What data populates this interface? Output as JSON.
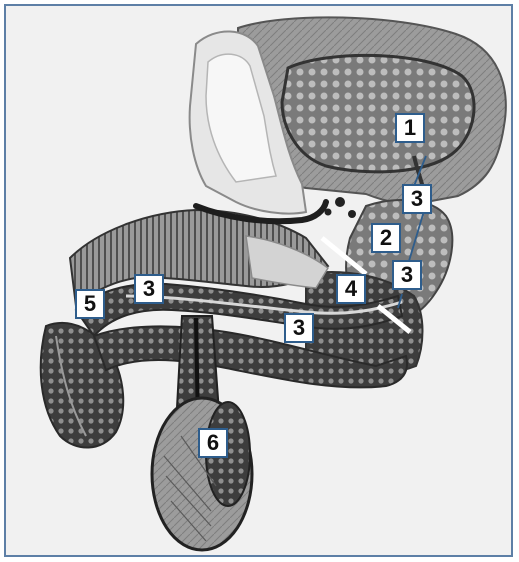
{
  "labels": [
    "1",
    "2",
    "3",
    "3",
    "3",
    "3",
    "4",
    "5",
    "6"
  ],
  "colors": {
    "frame_border": "#5d7fa6",
    "label_border": "#2e5d8c",
    "background": "#f1f1f1",
    "tissue_dark": "#3f3f3f",
    "tissue_mid": "#8a8a8a",
    "tissue_light": "#cfcfcf"
  }
}
